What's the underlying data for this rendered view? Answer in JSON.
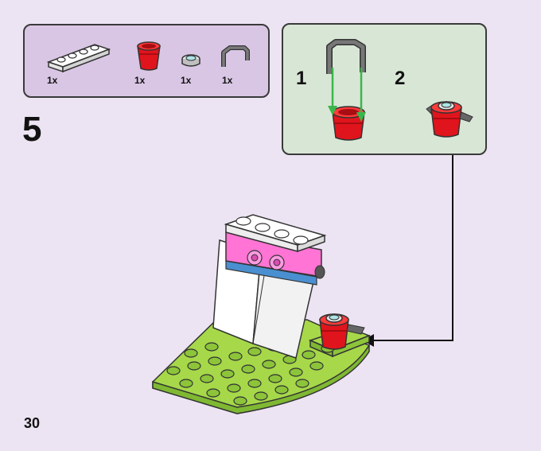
{
  "step": {
    "number": "5"
  },
  "page": {
    "number": "30"
  },
  "parts": [
    {
      "icon": "white-plate-1x4-icon",
      "qty": "1x"
    },
    {
      "icon": "red-bucket-icon",
      "qty": "1x"
    },
    {
      "icon": "round-tile-icon",
      "qty": "1x"
    },
    {
      "icon": "handle-bar-icon",
      "qty": "1x"
    }
  ],
  "substeps": [
    {
      "number": "1"
    },
    {
      "number": "2"
    }
  ],
  "colors": {
    "background": "#ece4f2",
    "parts_box": "#d9c6e4",
    "substep_box": "#d8e6d6",
    "arrow_green": "#3cb54a",
    "baseplate_green": "#a6d84a",
    "pink_brick": "#ff74d4",
    "blue_stripe": "#4a8fd0",
    "bucket_red": "#e0141c"
  }
}
